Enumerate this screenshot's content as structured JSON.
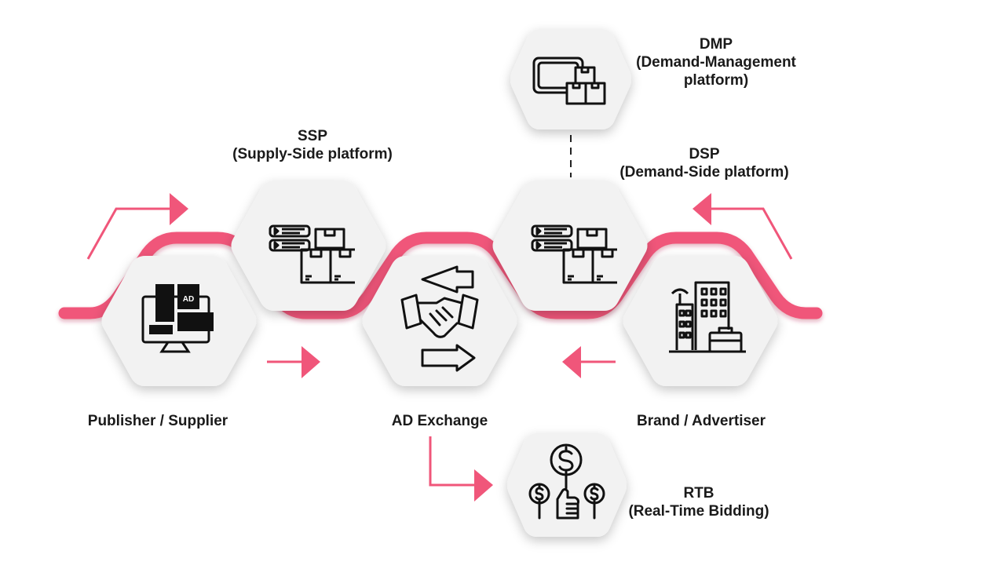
{
  "colors": {
    "accent": "#f0567a",
    "hexagon_fill": "#f2f2f2",
    "icon_stroke": "#111111",
    "text": "#1a1a1a"
  },
  "nodes": {
    "publisher": {
      "label": "Publisher / Supplier",
      "icon": "monitor-ad-icon"
    },
    "ssp": {
      "title": "SSP",
      "subtitle": "(Supply-Side platform)",
      "icon": "server-boxes-icon"
    },
    "exchange": {
      "label": "AD Exchange",
      "icon": "handshake-arrows-icon"
    },
    "dsp": {
      "title": "DSP",
      "subtitle": "(Demand-Side platform)",
      "icon": "server-boxes-icon"
    },
    "dmp": {
      "title": "DMP",
      "subtitle_line1": "(Demand-Management",
      "subtitle_line2": "platform)",
      "icon": "screen-boxes-icon"
    },
    "brand": {
      "label": "Brand / Advertiser",
      "icon": "office-building-briefcase-icon"
    },
    "rtb": {
      "title": "RTB",
      "subtitle": "(Real-Time Bidding)",
      "icon": "dollar-bidding-icon"
    }
  }
}
